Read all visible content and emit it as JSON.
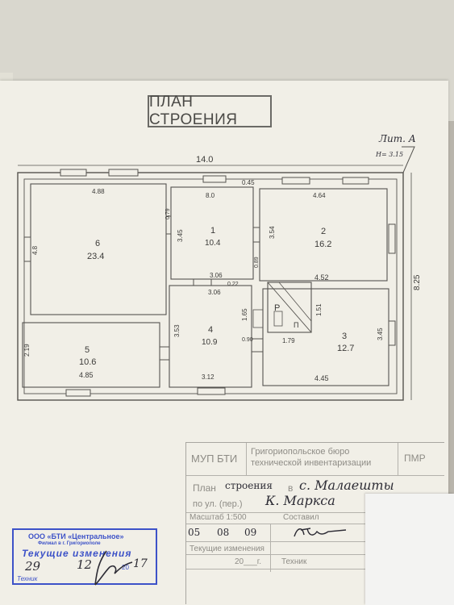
{
  "header": {
    "stamp_title": "ПЛАН СТРОЕНИЯ",
    "lit_label": "Лит. А",
    "height_label": "H= 3.15"
  },
  "plan": {
    "overall_width": "14.0",
    "overall_depth": "8.25",
    "dims": {
      "d488": "4.88",
      "d80": "8.0",
      "d045": "0.45",
      "d464": "4.64",
      "d48": "4.8",
      "d079": "0.79",
      "d345a": "3.45",
      "d354": "3.54",
      "d089": "0.89",
      "d306a": "3.06",
      "d022": "0.22",
      "d452": "4.52",
      "d306b": "3.06",
      "d165": "1.65",
      "d151": "1.51",
      "d179": "1.79",
      "d219": "2.19",
      "d353": "3.53",
      "d090": "0.90",
      "d345b": "3.45",
      "d485": "4.85",
      "d312": "3.12",
      "d445": "4.45"
    },
    "rooms": [
      {
        "num": "1",
        "area": "10.4"
      },
      {
        "num": "2",
        "area": "16.2"
      },
      {
        "num": "3",
        "area": "12.7"
      },
      {
        "num": "4",
        "area": "10.9"
      },
      {
        "num": "5",
        "area": "10.6"
      },
      {
        "num": "6",
        "area": "23.4"
      }
    ],
    "stove_label_r": "P",
    "stove_label_p": "П"
  },
  "title_block": {
    "org": "МУП БТИ",
    "org_full_1": "Григориопольское бюро",
    "org_full_2": "технической инвентаризации",
    "pmr": "ПМР",
    "plan_label": "План",
    "plan_value": "строения",
    "village_prefix": "в",
    "village_value": "с. Малаешты",
    "street_label": "по ул. (пер.)",
    "street_value": "К. Маркса",
    "scale_label": "Масштаб 1:500",
    "compiled_label": "Составил",
    "day": "05",
    "month": "08",
    "year": "09",
    "current_changes": "Текущие изменения",
    "tech_label": "Техник",
    "year_suffix": "20___г."
  },
  "blue_stamp": {
    "org": "ООО «БТИ «Центральное»",
    "branch": "Филиал в г. Григориополе",
    "title": "Текущие изменения",
    "day": "29",
    "month": "12",
    "year_tail": "17",
    "year_prefix": "20",
    "tech": "Техник"
  }
}
